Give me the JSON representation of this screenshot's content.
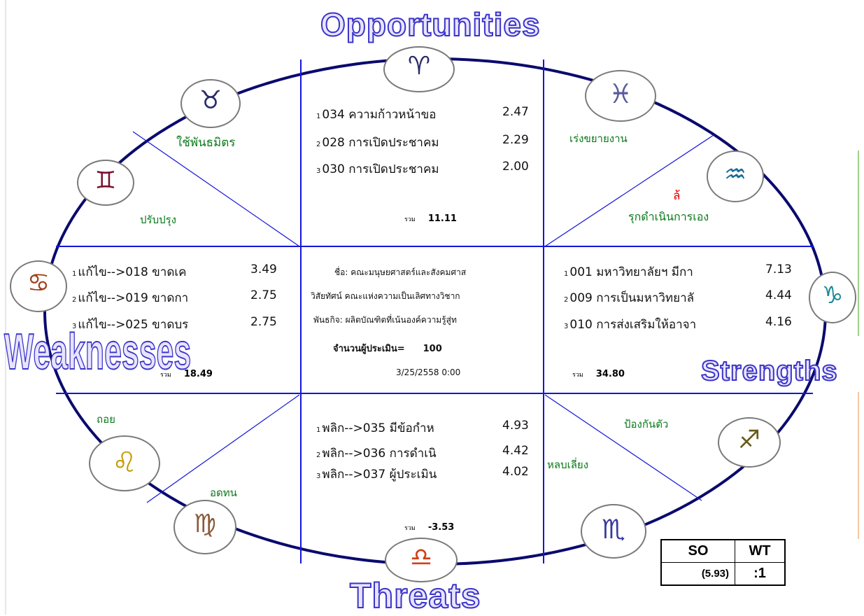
{
  "titles": {
    "opportunities": "Opportunities",
    "threats": "Threats",
    "weaknesses": "Weaknesses",
    "strengths": "Strengths"
  },
  "strategies": {
    "top_left": "ใช้พันธมิตร",
    "top_left_inner": "ปรับปรุง",
    "top_right": "เร่งขยายงาน",
    "top_right_inner_mark": "ล้",
    "top_right_inner": "รุกดำเนินการเอง",
    "bottom_left": "ถอย",
    "bottom_left_inner": "อดทน",
    "bottom_right": "ป้องกันตัว",
    "bottom_right_inner": "หลบเลี่ยง"
  },
  "opportunities": {
    "items": [
      {
        "no": "1",
        "text": "034 ความก้าวหน้าขอ",
        "value": "2.47"
      },
      {
        "no": "2",
        "text": "028 การเปิดประชาคม",
        "value": "2.29"
      },
      {
        "no": "3",
        "text": "030 การเปิดประชาคม",
        "value": "2.00"
      }
    ],
    "sum_label": "รวม",
    "sum": "11.11"
  },
  "weaknesses": {
    "items": [
      {
        "no": "1",
        "text": "แก้ไข-->018 ขาดเค",
        "value": "3.49"
      },
      {
        "no": "2",
        "text": "แก้ไข-->019 ขาดกา",
        "value": "2.75"
      },
      {
        "no": "3",
        "text": "แก้ไข-->025 ขาดบร",
        "value": "2.75"
      }
    ],
    "sum_label": "รวม",
    "sum": "18.49"
  },
  "strengths": {
    "items": [
      {
        "no": "1",
        "text": "001 มหาวิทยาลัยฯ มีกา",
        "value": "7.13"
      },
      {
        "no": "2",
        "text": "009 การเป็นมหาวิทยาลั",
        "value": "4.44"
      },
      {
        "no": "3",
        "text": "010 การส่งเสริมให้อาจา",
        "value": "4.16"
      }
    ],
    "sum_label": "รวม",
    "sum": "34.80"
  },
  "threats": {
    "items": [
      {
        "no": "1",
        "text": "พลิก-->035 มีข้อกำห",
        "value": "4.93"
      },
      {
        "no": "2",
        "text": "พลิก-->036 การดำเนิ",
        "value": "4.42"
      },
      {
        "no": "3",
        "text": "พลิก-->037 ผู้ประเมิน",
        "value": "4.02"
      }
    ],
    "sum_label": "รวม",
    "sum": "-3.53"
  },
  "center": {
    "name_label": "ชื่อ:",
    "name": "คณะมนุษยศาสตร์และสังคมศาส",
    "vision_label": "วิสัยทัศน์",
    "vision": "คณะแห่งความเป็นเลิศทางวิชาก",
    "mission_label": "พันธกิจ:",
    "mission": "ผลิตบัณฑิตที่เน้นองค์ความรู้สู่ท",
    "assessors_label": "จำนวนผู้ประเมิน=",
    "assessors": "100",
    "datetime": "3/25/2558 0:00"
  },
  "summary_table": {
    "h1": "SO",
    "h2": "WT",
    "v1": "(5.93)",
    "v2": ":1"
  },
  "signs": {
    "ram": "ram-icon",
    "bull": "bull-icon",
    "gemini": "gemini-icon",
    "crab": "crab-icon",
    "lion": "lion-icon",
    "virgo": "virgo-icon",
    "scales": "scales-icon",
    "scorpion": "scorpion-icon",
    "archer": "archer-icon",
    "goat": "goat-icon",
    "water_jar": "water-jar-icon",
    "fish": "fish-icon"
  },
  "colors": {
    "ellipse": "#0a0a6e",
    "grid": "#1515d8",
    "title_fill": "#e8e4ff",
    "title_stroke": "#3b34c8",
    "strategy": "#0a7a1a",
    "accent": "#e00000"
  }
}
